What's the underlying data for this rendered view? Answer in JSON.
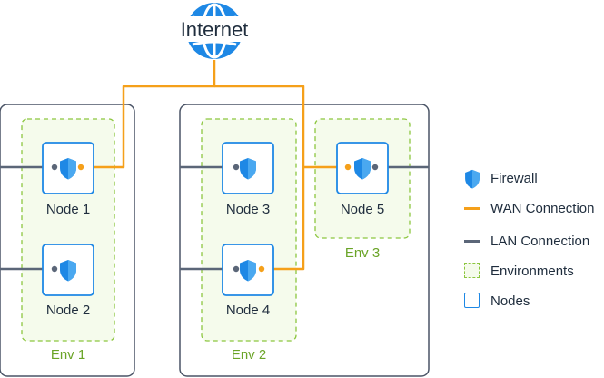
{
  "internet": {
    "label": "Internet",
    "icon": "globe-icon"
  },
  "servers": [
    {
      "label": ""
    },
    {
      "label": ""
    }
  ],
  "environments": [
    {
      "label": "Env 1"
    },
    {
      "label": "Env 2"
    },
    {
      "label": "Env 3"
    }
  ],
  "nodes": [
    {
      "label": "Node 1",
      "icon": "firewall-shield-icon"
    },
    {
      "label": "Node 2",
      "icon": "firewall-shield-icon"
    },
    {
      "label": "Node 3",
      "icon": "firewall-shield-icon"
    },
    {
      "label": "Node 4",
      "icon": "firewall-shield-icon"
    },
    {
      "label": "Node 5",
      "icon": "firewall-shield-icon"
    }
  ],
  "legend": [
    {
      "label": "Firewall",
      "icon": "firewall-shield-icon"
    },
    {
      "label": "WAN Connection",
      "icon": "orange-line-icon"
    },
    {
      "label": "LAN Connection",
      "icon": "gray-line-icon"
    },
    {
      "label": "Environments",
      "icon": "dashed-green-box-icon"
    },
    {
      "label": "Nodes",
      "icon": "blue-box-icon"
    }
  ],
  "colors": {
    "wan": "#f5a01a",
    "lan": "#5b6678",
    "env_border": "#8cc63f",
    "env_fill": "#f5fbec",
    "node_border": "#1e88e5",
    "firewall": "#1e88e5",
    "server_border": "#4a5466",
    "env_text": "#6aa427",
    "text": "#1f2d3d"
  }
}
